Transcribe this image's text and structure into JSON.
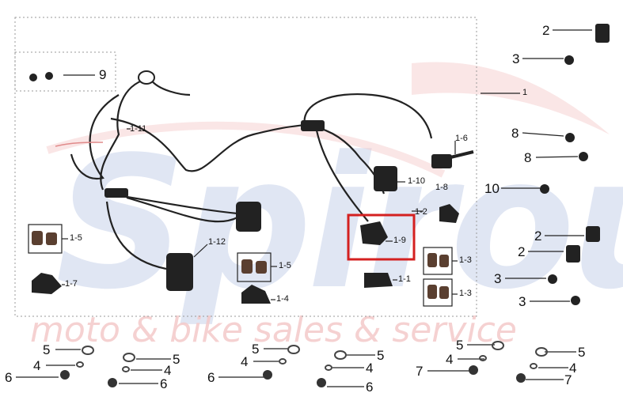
{
  "brand": {
    "watermark": "Spirou",
    "tagline": "moto & bike sales & service"
  },
  "colors": {
    "highlight": "#d42020",
    "line": "#222222",
    "dash": "#9a9a9a"
  },
  "callouts": [
    {
      "id": "c-2a",
      "text": "2"
    },
    {
      "id": "c-3a",
      "text": "3"
    },
    {
      "id": "c-9",
      "text": "9"
    },
    {
      "id": "c-1",
      "text": "1"
    },
    {
      "id": "c-1-11",
      "text": "1-11"
    },
    {
      "id": "c-8a",
      "text": "8"
    },
    {
      "id": "c-8b",
      "text": "8"
    },
    {
      "id": "c-1-6",
      "text": "1-6"
    },
    {
      "id": "c-1-10",
      "text": "1-10"
    },
    {
      "id": "c-1-8",
      "text": "1-8"
    },
    {
      "id": "c-10",
      "text": "10"
    },
    {
      "id": "c-1-2",
      "text": "1-2"
    },
    {
      "id": "c-1-5a",
      "text": "1-5"
    },
    {
      "id": "c-1-9",
      "text": "1-9"
    },
    {
      "id": "c-2b",
      "text": "2"
    },
    {
      "id": "c-1-12",
      "text": "1-12"
    },
    {
      "id": "c-2c",
      "text": "2"
    },
    {
      "id": "c-1-3a",
      "text": "1-3"
    },
    {
      "id": "c-1-5b",
      "text": "1-5"
    },
    {
      "id": "c-3b",
      "text": "3"
    },
    {
      "id": "c-1-7",
      "text": "1-7"
    },
    {
      "id": "c-1-1",
      "text": "1-1"
    },
    {
      "id": "c-1-3b",
      "text": "1-3"
    },
    {
      "id": "c-3c",
      "text": "3"
    },
    {
      "id": "c-1-4",
      "text": "1-4"
    },
    {
      "id": "g1-5",
      "text": "5"
    },
    {
      "id": "g1-4",
      "text": "4"
    },
    {
      "id": "g1-6",
      "text": "6"
    },
    {
      "id": "g2-5",
      "text": "5"
    },
    {
      "id": "g2-4",
      "text": "4"
    },
    {
      "id": "g2-6",
      "text": "6"
    },
    {
      "id": "g3-5",
      "text": "5"
    },
    {
      "id": "g3-4",
      "text": "4"
    },
    {
      "id": "g3-6",
      "text": "6"
    },
    {
      "id": "g4-5",
      "text": "5"
    },
    {
      "id": "g4-4",
      "text": "4"
    },
    {
      "id": "g4-6",
      "text": "6"
    },
    {
      "id": "g5-5",
      "text": "5"
    },
    {
      "id": "g5-4",
      "text": "4"
    },
    {
      "id": "g5-7",
      "text": "7"
    },
    {
      "id": "g6-5",
      "text": "5"
    },
    {
      "id": "g6-4",
      "text": "4"
    },
    {
      "id": "g6-7",
      "text": "7"
    }
  ]
}
